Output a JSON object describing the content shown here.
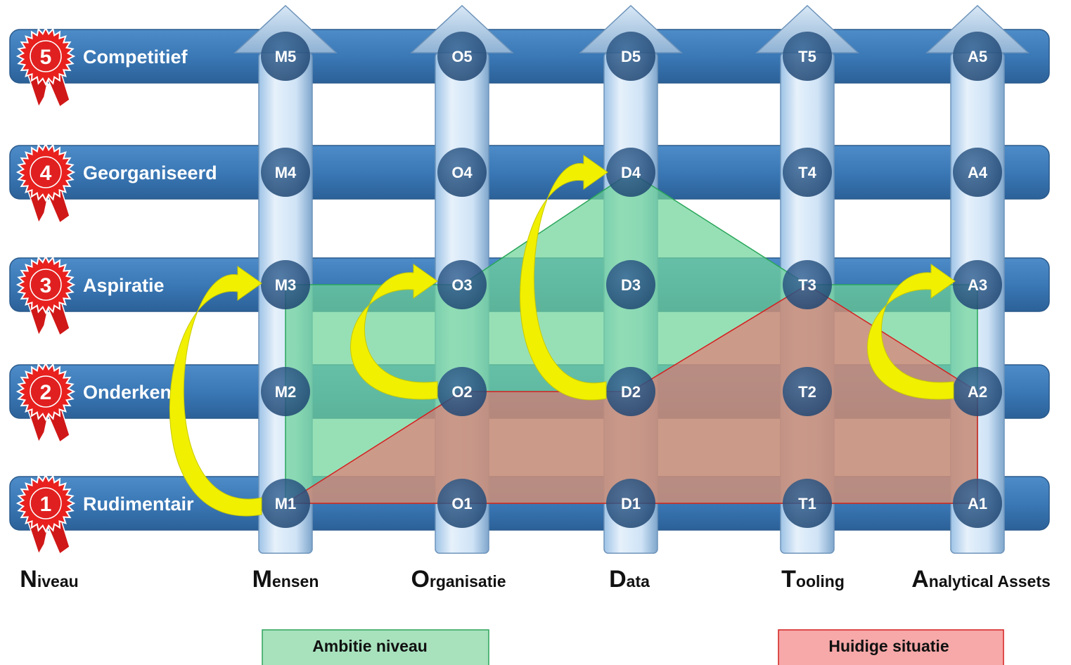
{
  "levels": [
    {
      "num": "5",
      "label": "Competitief"
    },
    {
      "num": "4",
      "label": "Georganiseerd"
    },
    {
      "num": "3",
      "label": "Aspiratie"
    },
    {
      "num": "2",
      "label": "Onderkend"
    },
    {
      "num": "1",
      "label": "Rudimentair"
    }
  ],
  "dimensions": [
    {
      "initial": "M",
      "rest": "ensen",
      "prefix": "M"
    },
    {
      "initial": "O",
      "rest": "rganisatie",
      "prefix": "O"
    },
    {
      "initial": "D",
      "rest": "ata",
      "prefix": "D"
    },
    {
      "initial": "T",
      "rest": "ooling",
      "prefix": "T"
    },
    {
      "initial": "A",
      "rest": "nalytical Assets",
      "prefix": "A"
    }
  ],
  "niveau_axis": {
    "initial": "N",
    "rest": "iveau"
  },
  "nodes": [
    [
      "M5",
      "M4",
      "M3",
      "M2",
      "M1"
    ],
    [
      "O5",
      "O4",
      "O3",
      "O2",
      "O1"
    ],
    [
      "D5",
      "D4",
      "D3",
      "D2",
      "D1"
    ],
    [
      "T5",
      "T4",
      "T3",
      "T2",
      "T1"
    ],
    [
      "A5",
      "A4",
      "A3",
      "A2",
      "A1"
    ]
  ],
  "ambitie_levels": [
    3,
    3,
    4,
    3,
    3
  ],
  "huidige_levels": [
    1,
    2,
    2,
    3,
    2
  ],
  "legend": {
    "ambitie": "Ambitie niveau",
    "huidige": "Huidige situatie"
  },
  "colors": {
    "band": "#3d7ab8",
    "node": "#234d7a",
    "badge": "#e8201e",
    "ambitie": "#6fd49a",
    "huidige": "#f06b6b",
    "arrow_curve": "#f0f000"
  }
}
